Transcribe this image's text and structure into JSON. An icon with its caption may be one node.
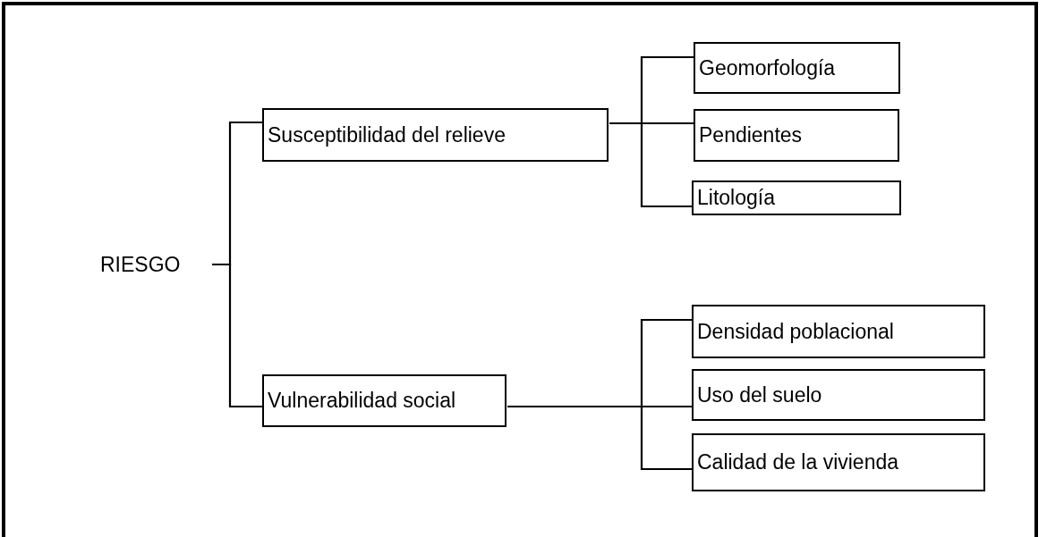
{
  "diagram": {
    "nodes": [
      {
        "text": [
          "RIESGO"
        ]
      },
      {
        "text": [
          "Susceptibilidad del relieve"
        ]
      },
      {
        "text": [
          "Vulnerabilidad social"
        ]
      },
      {
        "text": [
          "Geomorfología"
        ]
      },
      {
        "text": [
          "Pendientes"
        ]
      },
      {
        "text": [
          "Litología"
        ]
      },
      {
        "text": [
          "Densidad poblacional"
        ]
      },
      {
        "text": [
          "Uso del suelo"
        ]
      },
      {
        "text": [
          "Calidad de la vivienda"
        ]
      }
    ],
    "edges": [
      {
        "from": 0,
        "to": 1,
        "arrow": "none"
      },
      {
        "from": 0,
        "to": 2,
        "arrow": "none"
      },
      {
        "from": 1,
        "to": 3,
        "arrow": "none"
      },
      {
        "from": 1,
        "to": 4,
        "arrow": "none"
      },
      {
        "from": 1,
        "to": 5,
        "arrow": "none"
      },
      {
        "from": 2,
        "to": 6,
        "arrow": "none"
      },
      {
        "from": 2,
        "to": 7,
        "arrow": "none"
      },
      {
        "from": 2,
        "to": 8,
        "arrow": "none"
      }
    ]
  }
}
